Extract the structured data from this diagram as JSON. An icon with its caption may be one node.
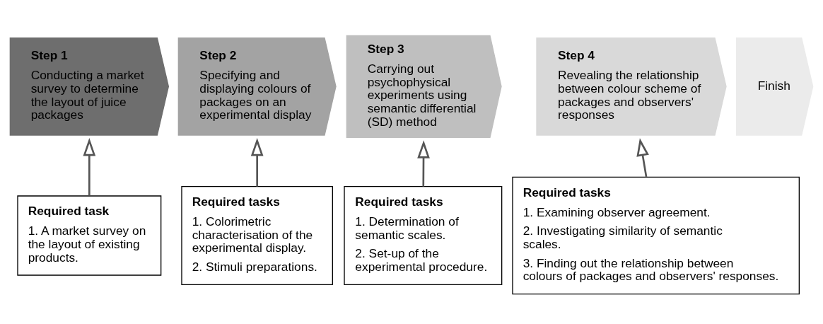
{
  "diagram": {
    "nodes": [
      {
        "text": [
          "Step 1",
          "Conducting a market survey to determine the layout of juice packages"
        ]
      },
      {
        "text": [
          "Step 2",
          "Specifying and displaying colours of packages on an experimental display"
        ]
      },
      {
        "text": [
          "Step 3",
          "Carrying out psychophysical experiments using semantic differential (SD) method"
        ]
      },
      {
        "text": [
          "Step 4",
          "Revealing the relationship between colour scheme of packages and observers' responses"
        ]
      },
      {
        "text": [
          "Finish"
        ]
      },
      {
        "text": [
          "Required task",
          "1. A market survey on the layout of existing products."
        ]
      },
      {
        "text": [
          "Required tasks",
          "1. Colorimetric characterisation of the experimental display.",
          "2. Stimuli preparations."
        ]
      },
      {
        "text": [
          "Required tasks",
          "1. Determination of semantic scales.",
          "2. Set-up of the experimental procedure."
        ]
      },
      {
        "text": [
          "Required tasks",
          "1. Examining observer agreement.",
          "2. Investigating similarity of semantic scales.",
          "3. Finding out the relationship between colours of packages and observers' responses."
        ]
      }
    ],
    "edges": [
      {
        "from": 5,
        "to": 0,
        "arrow": "to"
      },
      {
        "from": 6,
        "to": 1,
        "arrow": "to"
      },
      {
        "from": 7,
        "to": 2,
        "arrow": "to"
      },
      {
        "from": 8,
        "to": 3,
        "arrow": "to"
      }
    ]
  }
}
